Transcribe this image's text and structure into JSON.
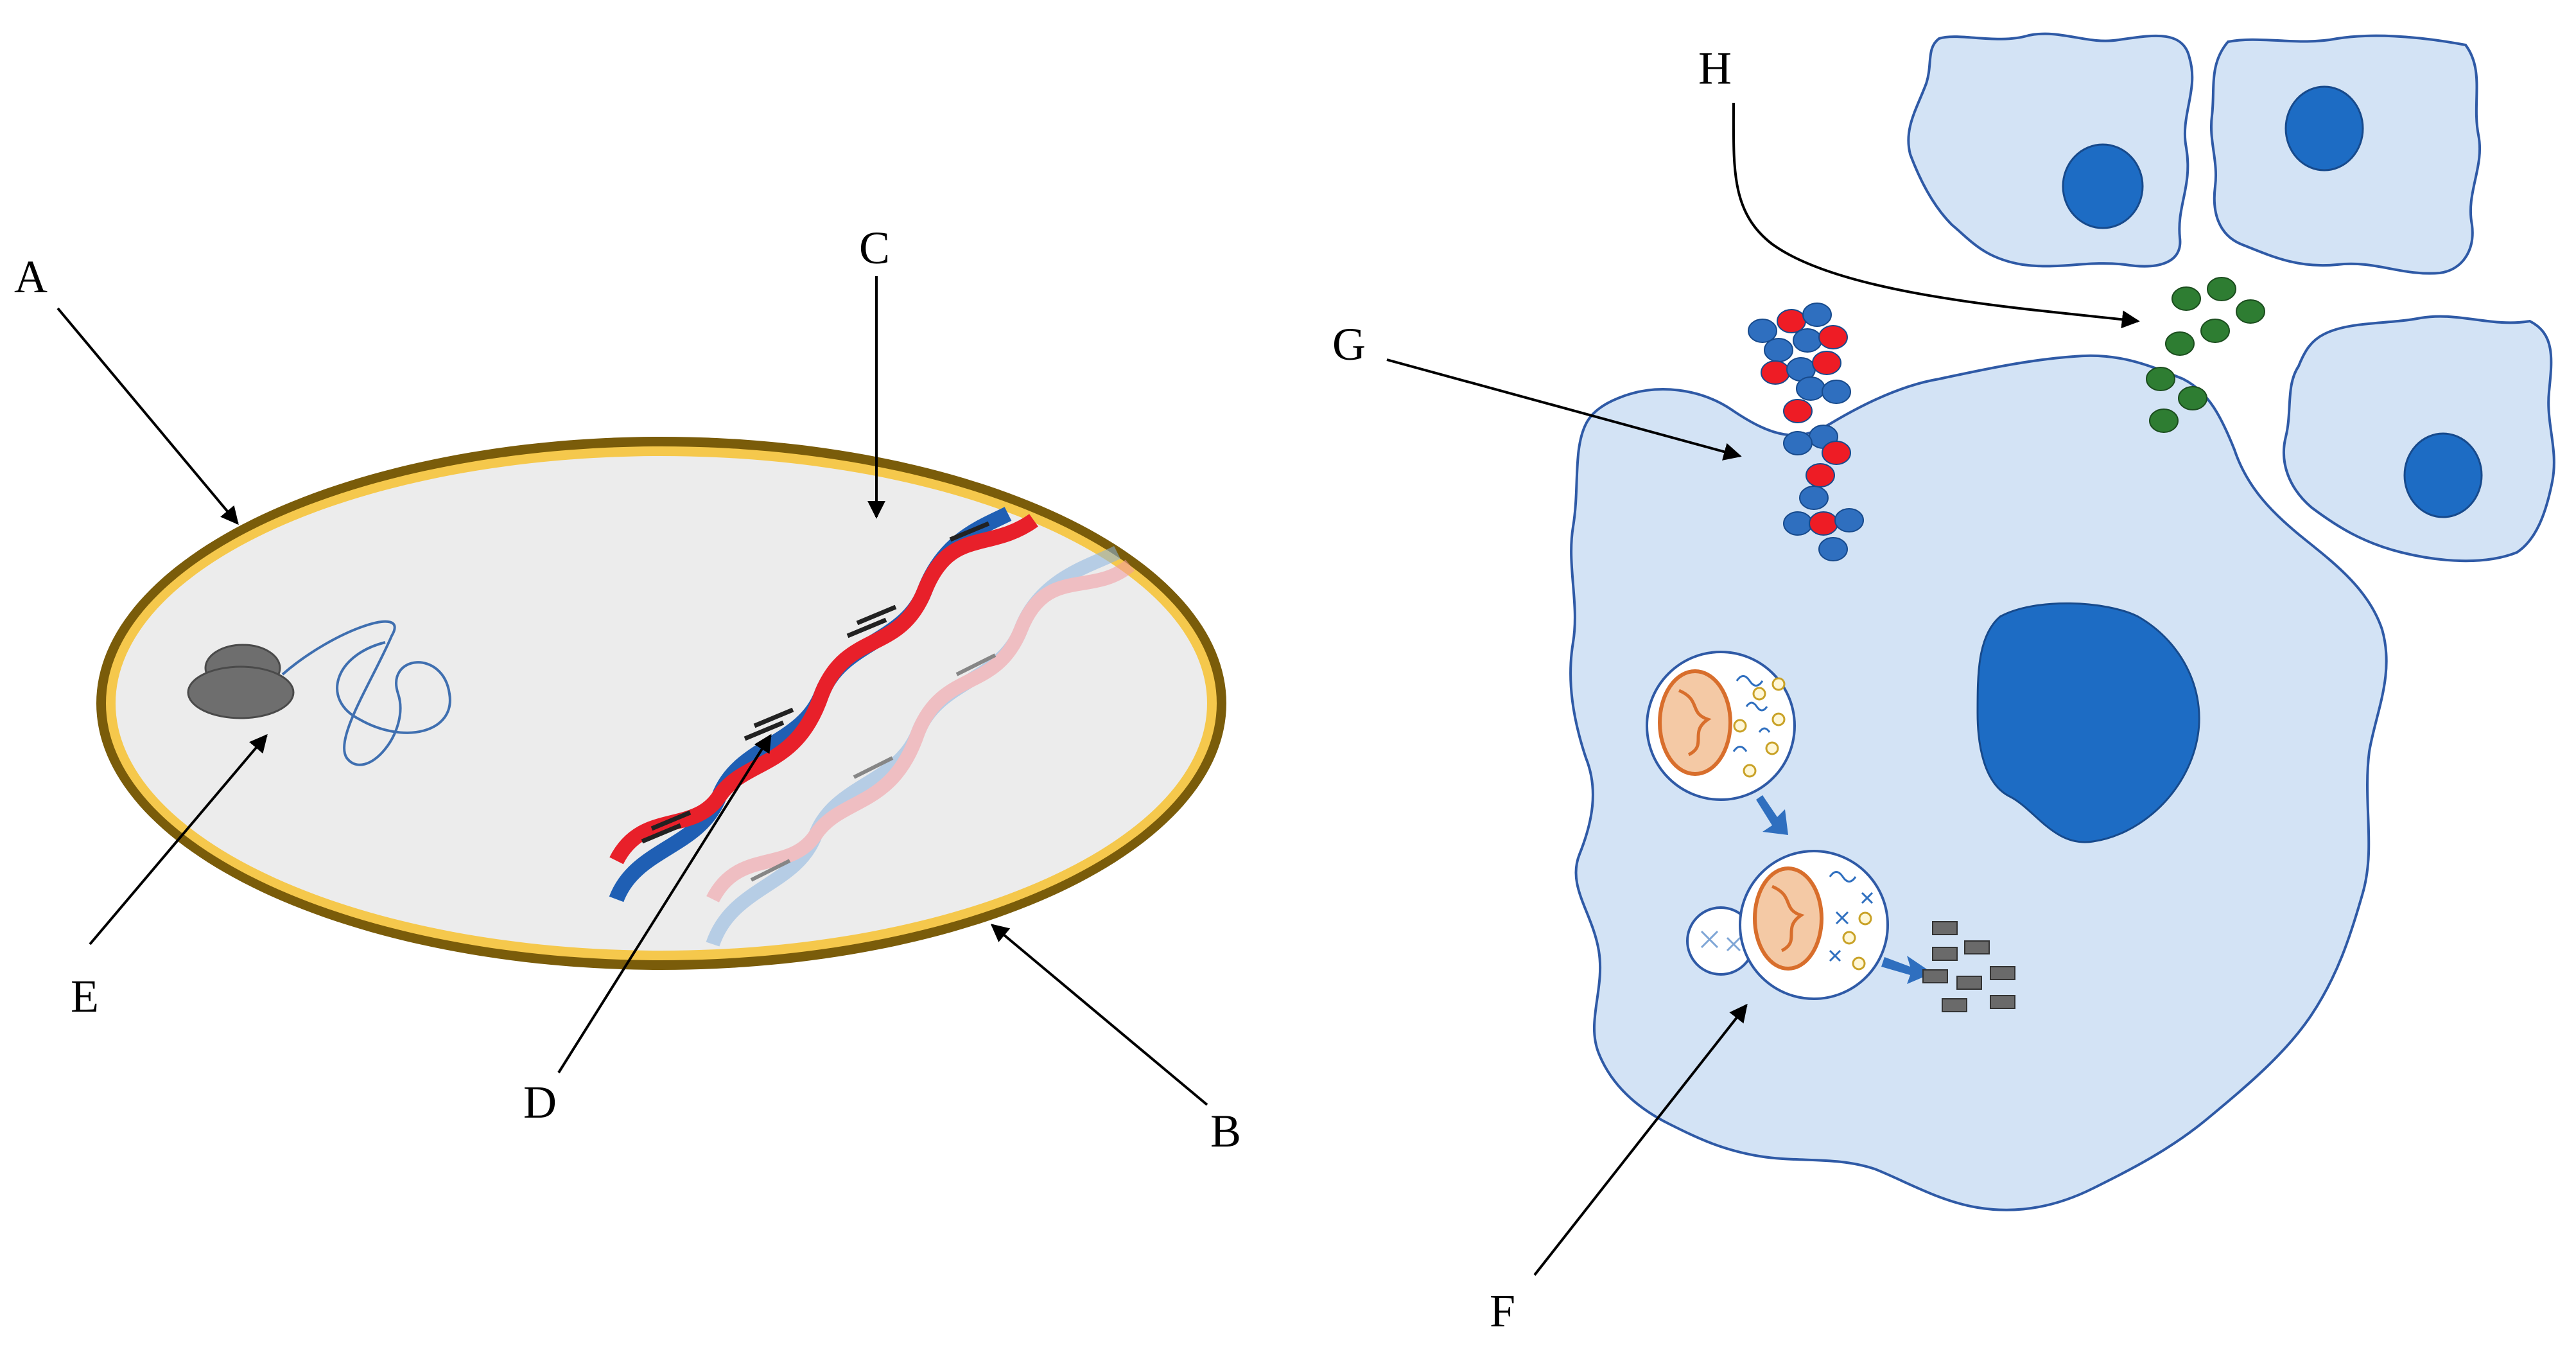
{
  "labels": {
    "a": "A",
    "b": "B",
    "c": "C",
    "d": "D",
    "e": "E",
    "f": "F",
    "g": "G",
    "h": "H"
  },
  "colors": {
    "bacterium_outer": "#7a5c0a",
    "bacterium_inner": "#f5c84c",
    "bacterium_fill": "#ececec",
    "ribosome": "#6e6e6e",
    "dna_red": "#e8202a",
    "dna_blue": "#1f5fb4",
    "dna_red_faded": "#f39aa0",
    "dna_blue_faded": "#8ab4e0",
    "cell_fill": "#d3e3f5",
    "cell_stroke": "#2f5aa6",
    "nucleus": "#1d6cc4",
    "red_particle": "#ee1c25",
    "blue_particle": "#2f6fbf",
    "green_particle": "#2e7d32",
    "mitochondrion": "#d86e2c",
    "debris": "#6a6a6a"
  }
}
